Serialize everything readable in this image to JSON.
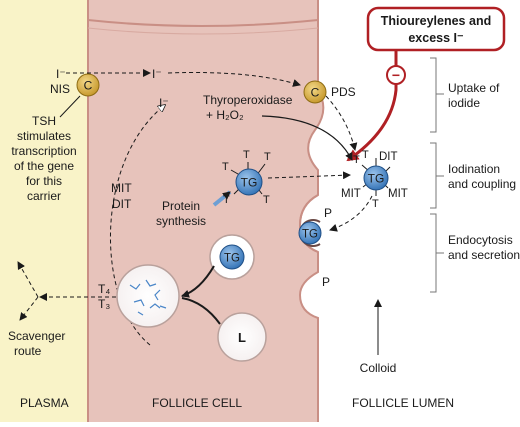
{
  "regions": {
    "plasma": "PLASMA",
    "follicle_cell": "FOLLICLE CELL",
    "follicle_lumen": "FOLLICLE LUMEN"
  },
  "inhibitor": {
    "line1": "Thioureylenes and",
    "line2": "excess I⁻",
    "symbol": "−"
  },
  "stages": {
    "uptake_line1": "Uptake of",
    "uptake_line2": "iodide",
    "iodination_line1": "Iodination",
    "iodination_line2": "and coupling",
    "endocytosis_line1": "Endocytosis",
    "endocytosis_line2": "and secretion"
  },
  "labels": {
    "iodide_plasma": "I⁻",
    "nis": "NIS",
    "carrier_c": "C",
    "iodide_cell_top": "I⁻",
    "iodide_cell_side": "I⁻",
    "pds": "PDS",
    "tsh_line1": "TSH",
    "tsh_line2": "stimulates",
    "tsh_line3": "transcription",
    "tsh_line4": "of the gene",
    "tsh_line5": "for this",
    "tsh_line6": "carrier",
    "thyroperoxidase": "Thyroperoxidase",
    "h2o2": "+ H₂O₂",
    "mit": "MIT",
    "dit": "DIT",
    "protein_line1": "Protein",
    "protein_line2": "synthesis",
    "tg": "TG",
    "t": "T",
    "p": "P",
    "lysosome": "L",
    "t4": "T₄",
    "t3": "T₃",
    "scavenger_line1": "Scavenger",
    "scavenger_line2": "route",
    "colloid": "Colloid"
  },
  "colors": {
    "plasma_bg": "#f9f3c8",
    "cell_fill": "#e7c3bb",
    "cell_edge": "#c98f85",
    "lumen_bg": "#ffffff",
    "inhibitor_red": "#b02024",
    "carrier_gold": "#d7a93a",
    "tg_blue": "#3f7fc2",
    "spike_blue": "#4a86c8"
  }
}
